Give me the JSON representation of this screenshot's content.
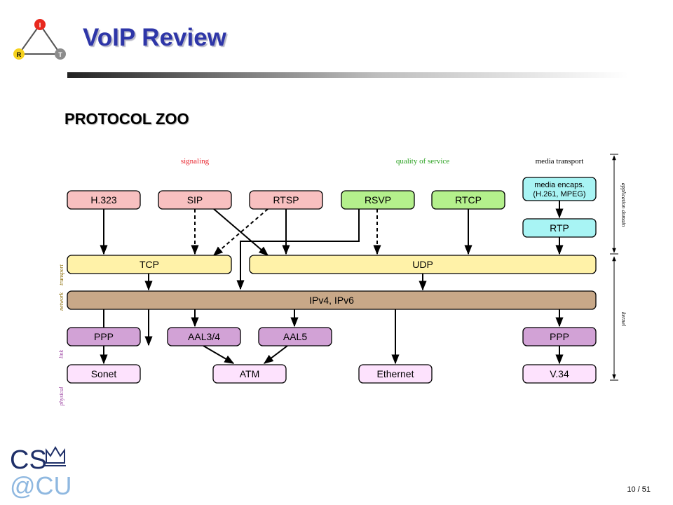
{
  "slide": {
    "title": "VoIP Review",
    "section": "PROTOCOL ZOO",
    "page": "10 / 51"
  },
  "logo_irt": {
    "nodes": [
      "I",
      "R",
      "T"
    ]
  },
  "logo_cs": {
    "line1": "CS",
    "line2": "@CU"
  },
  "categories": {
    "signaling": "signaling",
    "qos": "quality of service",
    "media": "media transport"
  },
  "domains": {
    "application": "application domain",
    "kernel": "kernel"
  },
  "layers": {
    "transport": "transport",
    "network": "network",
    "link": "link",
    "physical": "physical"
  },
  "protocols": {
    "h323": "H.323",
    "sip": "SIP",
    "rtsp": "RTSP",
    "rsvp": "RSVP",
    "rtcp": "RTCP",
    "media_encaps_1": "media encaps.",
    "media_encaps_2": "(H.261, MPEG)",
    "rtp": "RTP",
    "tcp": "TCP",
    "udp": "UDP",
    "ip": "IPv4, IPv6",
    "ppp_left": "PPP",
    "aal34": "AAL3/4",
    "aal5": "AAL5",
    "ppp_right": "PPP",
    "sonet": "Sonet",
    "atm": "ATM",
    "ethernet": "Ethernet",
    "v34": "V.34"
  },
  "colors": {
    "signaling": "#f8c0c0",
    "qos": "#b4f08c",
    "media": "#a8f4f4",
    "transport": "#fff2a8",
    "network": "#c8a888",
    "link": "#d2a2d6",
    "physical": "#fde2fd"
  }
}
